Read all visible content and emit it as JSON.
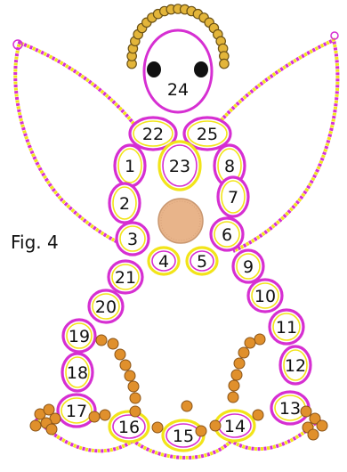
{
  "figure_label": "Fig. 4",
  "colors": {
    "magenta": "#d62fd2",
    "yellow": "#f2e419",
    "gold_bead": "#e3b53a",
    "orange_bead": "#e0902c",
    "center_bead": "#e8b48a",
    "eye": "#111111"
  },
  "labels": [
    "24",
    "22",
    "25",
    "1",
    "23",
    "8",
    "2",
    "7",
    "3",
    "6",
    "4",
    "5",
    "21",
    "9",
    "20",
    "10",
    "19",
    "11",
    "18",
    "12",
    "17",
    "13",
    "16",
    "14",
    "15"
  ]
}
